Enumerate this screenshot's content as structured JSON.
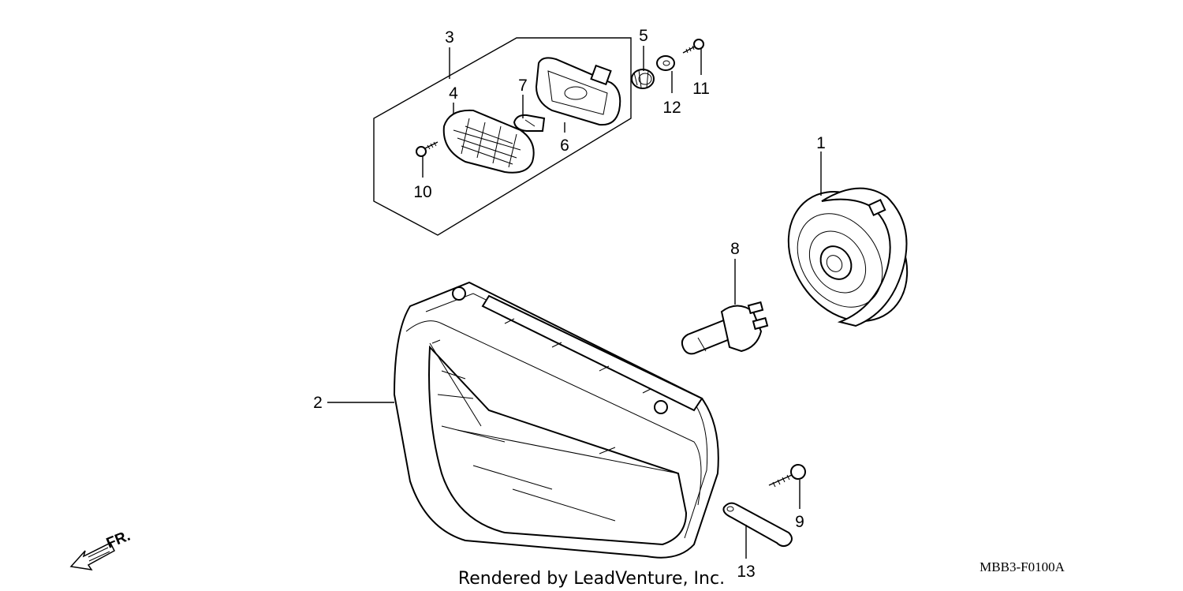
{
  "callouts": [
    {
      "id": "1",
      "text": "1"
    },
    {
      "id": "2",
      "text": "2"
    },
    {
      "id": "3",
      "text": "3"
    },
    {
      "id": "4",
      "text": "4"
    },
    {
      "id": "5",
      "text": "5"
    },
    {
      "id": "6",
      "text": "6"
    },
    {
      "id": "7",
      "text": "7"
    },
    {
      "id": "8",
      "text": "8"
    },
    {
      "id": "9",
      "text": "9"
    },
    {
      "id": "10",
      "text": "10"
    },
    {
      "id": "11",
      "text": "11"
    },
    {
      "id": "12",
      "text": "12"
    },
    {
      "id": "13",
      "text": "13"
    }
  ],
  "direction_label": "FR.",
  "credit": "Rendered by LeadVenture, Inc.",
  "diagram_code": "MBB3-F0100A"
}
